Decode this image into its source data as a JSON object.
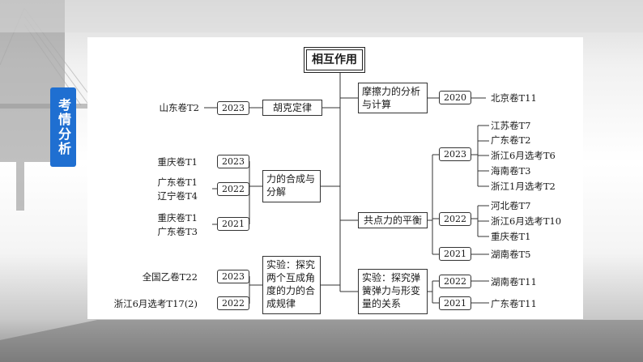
{
  "side_tab": "考情分析",
  "root": "相互作用",
  "left_topics": [
    {
      "label": "胡克定律",
      "years": [
        {
          "year": "2023",
          "sources": [
            "山东卷T2"
          ]
        }
      ]
    },
    {
      "label": "力的合成与分解",
      "years": [
        {
          "year": "2023",
          "sources": [
            "重庆卷T1"
          ]
        },
        {
          "year": "2022",
          "sources": [
            "广东卷T1",
            "辽宁卷T4"
          ]
        },
        {
          "year": "2021",
          "sources": [
            "重庆卷T1",
            "广东卷T3"
          ]
        }
      ]
    },
    {
      "label": "实验：探究两个互成角度的力的合成规律",
      "years": [
        {
          "year": "2023",
          "sources": [
            "全国乙卷T22"
          ]
        },
        {
          "year": "2022",
          "sources": [
            "浙江6月选考T17(2)"
          ]
        }
      ]
    }
  ],
  "right_topics": [
    {
      "label": "摩擦力的分析与计算",
      "years": [
        {
          "year": "2020",
          "sources": [
            "北京卷T11"
          ]
        }
      ]
    },
    {
      "label": "共点力的平衡",
      "years": [
        {
          "year": "2023",
          "sources": [
            "江苏卷T7",
            "广东卷T2",
            "浙江6月选考T6",
            "海南卷T3",
            "浙江1月选考T2"
          ]
        },
        {
          "year": "2022",
          "sources": [
            "河北卷T7",
            "浙江6月选考T10",
            "重庆卷T1"
          ]
        },
        {
          "year": "2021",
          "sources": [
            "湖南卷T5"
          ]
        }
      ]
    },
    {
      "label": "实验：探究弹簧弹力与形变量的关系",
      "years": [
        {
          "year": "2022",
          "sources": [
            "湖南卷T11"
          ]
        },
        {
          "year": "2021",
          "sources": [
            "广东卷T11"
          ]
        }
      ]
    }
  ],
  "colors": {
    "accent": "#1f6fd1",
    "line": "#333333"
  }
}
